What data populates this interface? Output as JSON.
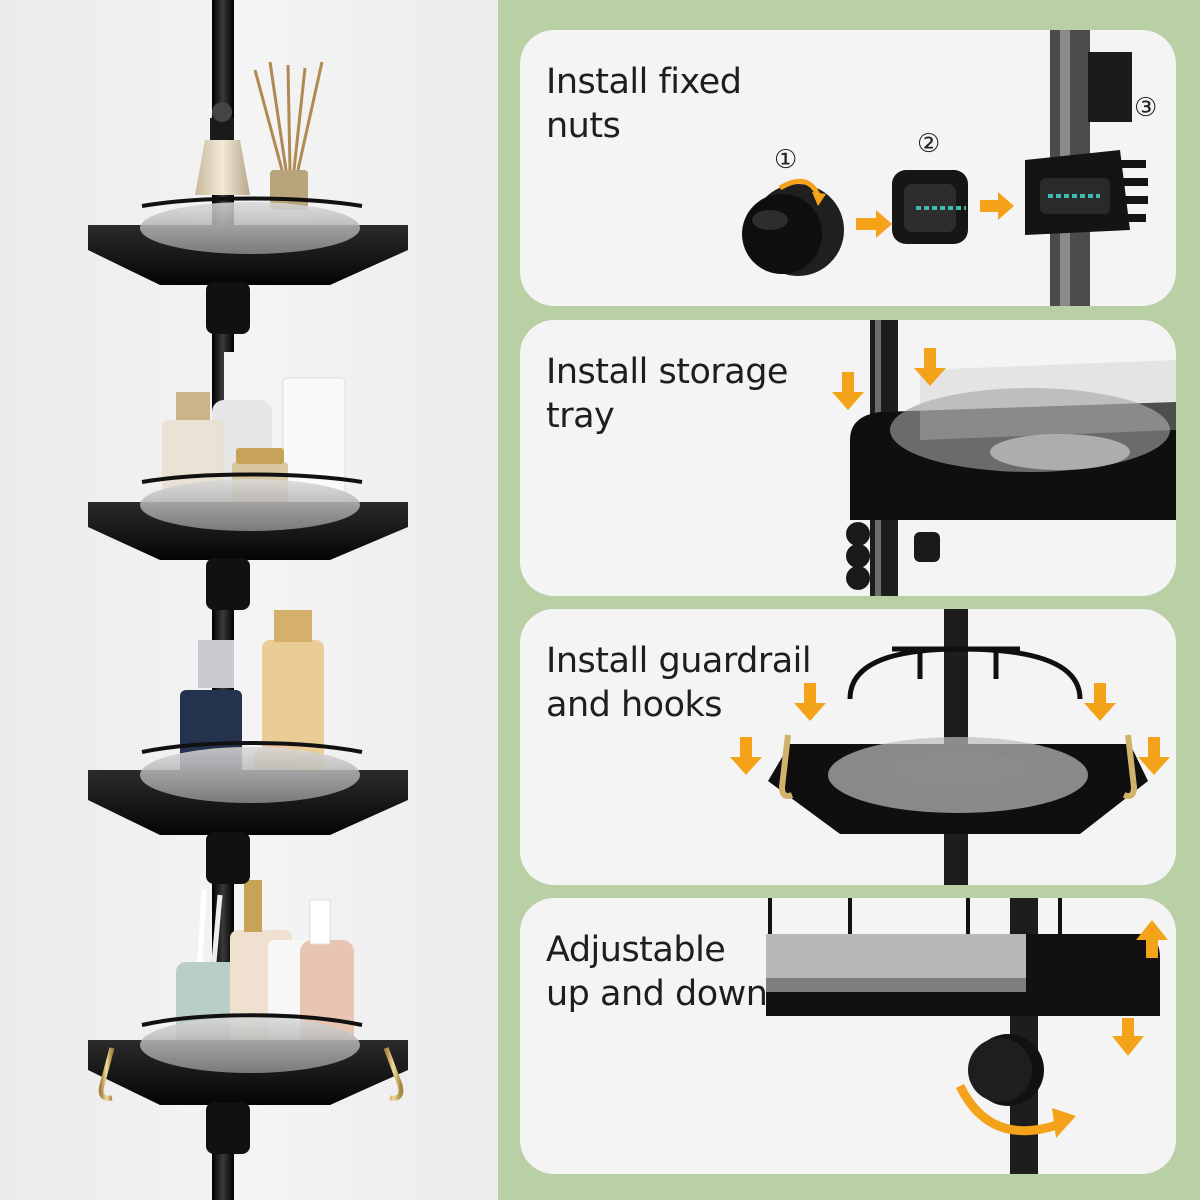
{
  "steps": [
    {
      "title": "Install fixed\nnuts",
      "labels": [
        "①",
        "②",
        "③"
      ]
    },
    {
      "title": "Install storage\ntray"
    },
    {
      "title": "Install guardrail\nand hooks"
    },
    {
      "title": "Adjustable\nup and down"
    }
  ],
  "product_tiers": 4,
  "colors": {
    "panel_green": "#b9cfa4",
    "card_bg": "#f4f4f4",
    "arrow_orange": "#f5a21b",
    "shelf_black": "#121212",
    "hook_gold": "#d2b26a",
    "text": "#1e1e1e"
  },
  "icons": [
    "down-arrow-icon",
    "up-arrow-icon",
    "right-arrow-icon",
    "rotate-arrow-icon"
  ]
}
